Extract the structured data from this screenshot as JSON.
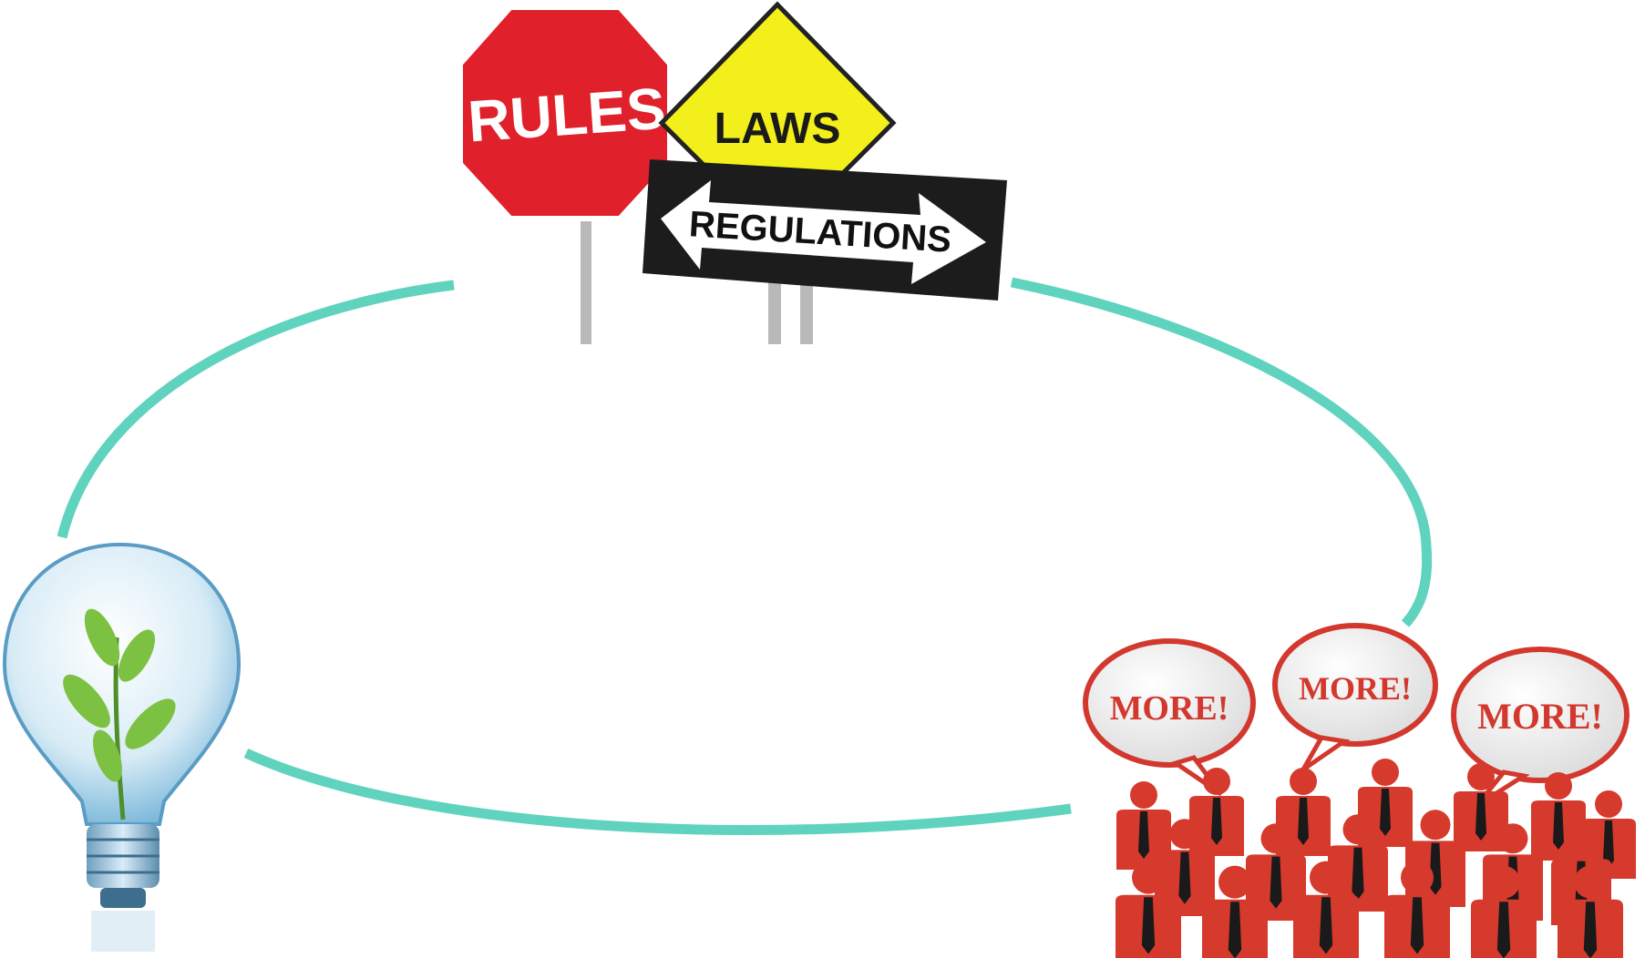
{
  "diagram": {
    "cycle_color": "#5fd3bd",
    "nodes": [
      {
        "id": "regulation",
        "icon": "road-signs",
        "signs": {
          "stop": "RULES",
          "diamond": "LAWS",
          "arrow": "REGULATIONS"
        }
      },
      {
        "id": "demand",
        "icon": "crowd-with-speech-bubbles",
        "bubbles": [
          "MORE!",
          "MORE!",
          "MORE!"
        ]
      },
      {
        "id": "innovation",
        "icon": "lightbulb-with-plant"
      }
    ],
    "colors": {
      "stop_red": "#e0202a",
      "warning_yellow": "#f2ef1a",
      "arrow_black": "#1c1c1c",
      "people_red": "#d63a2c",
      "bubble_text": "#d2382e",
      "leaf_green": "#7cc142",
      "glass_blue": "#a9d3ea"
    }
  }
}
